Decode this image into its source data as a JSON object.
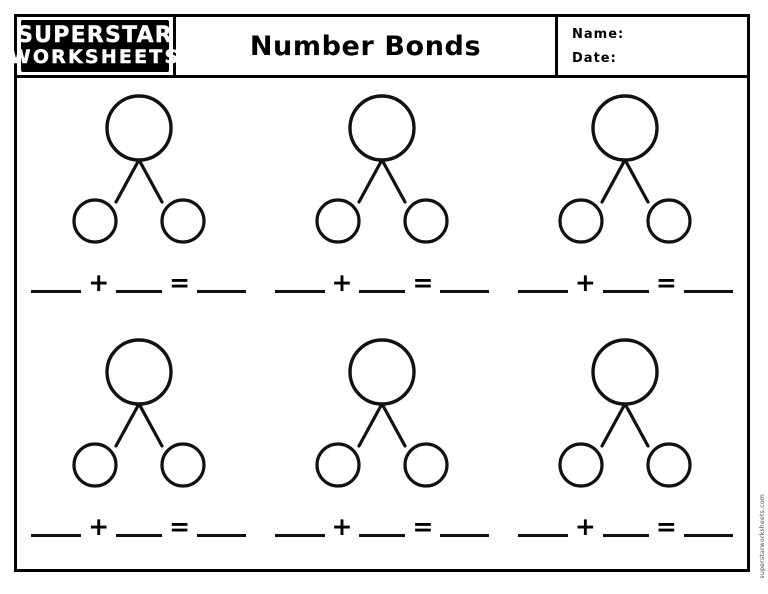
{
  "page": {
    "title": "Number Bonds",
    "background_color": "#ffffff",
    "ink_color": "#000000"
  },
  "header": {
    "logo": {
      "line1": "SUPERSTAR",
      "line2": "WORKSHEETS",
      "background_color": "#000000",
      "text_color": "#ffffff"
    },
    "title": "Number Bonds",
    "name_label": "Name:",
    "date_label": "Date:"
  },
  "equation": {
    "plus": "+",
    "equals": "=",
    "blank": ""
  },
  "problems": [
    {
      "id": "problem-1",
      "row": 1,
      "column": 1,
      "whole_value": "",
      "part_left_value": "",
      "part_right_value": "",
      "equation_text": "__ + __ = __"
    },
    {
      "id": "problem-2",
      "row": 1,
      "column": 2,
      "whole_value": "",
      "part_left_value": "",
      "part_right_value": "",
      "equation_text": "__ + __ = __"
    },
    {
      "id": "problem-3",
      "row": 1,
      "column": 3,
      "whole_value": "",
      "part_left_value": "",
      "part_right_value": "",
      "equation_text": "__ + __ = __"
    },
    {
      "id": "problem-4",
      "row": 2,
      "column": 1,
      "whole_value": "",
      "part_left_value": "",
      "part_right_value": "",
      "equation_text": "__ + __ = __"
    },
    {
      "id": "problem-5",
      "row": 2,
      "column": 2,
      "whole_value": "",
      "part_left_value": "",
      "part_right_value": "",
      "equation_text": "__ + __ = __"
    },
    {
      "id": "problem-6",
      "row": 2,
      "column": 3,
      "whole_value": "",
      "part_left_value": "",
      "part_right_value": "",
      "equation_text": "__ + __ = __"
    }
  ],
  "footer": {
    "side_credit": "superstarworksheets.com"
  }
}
